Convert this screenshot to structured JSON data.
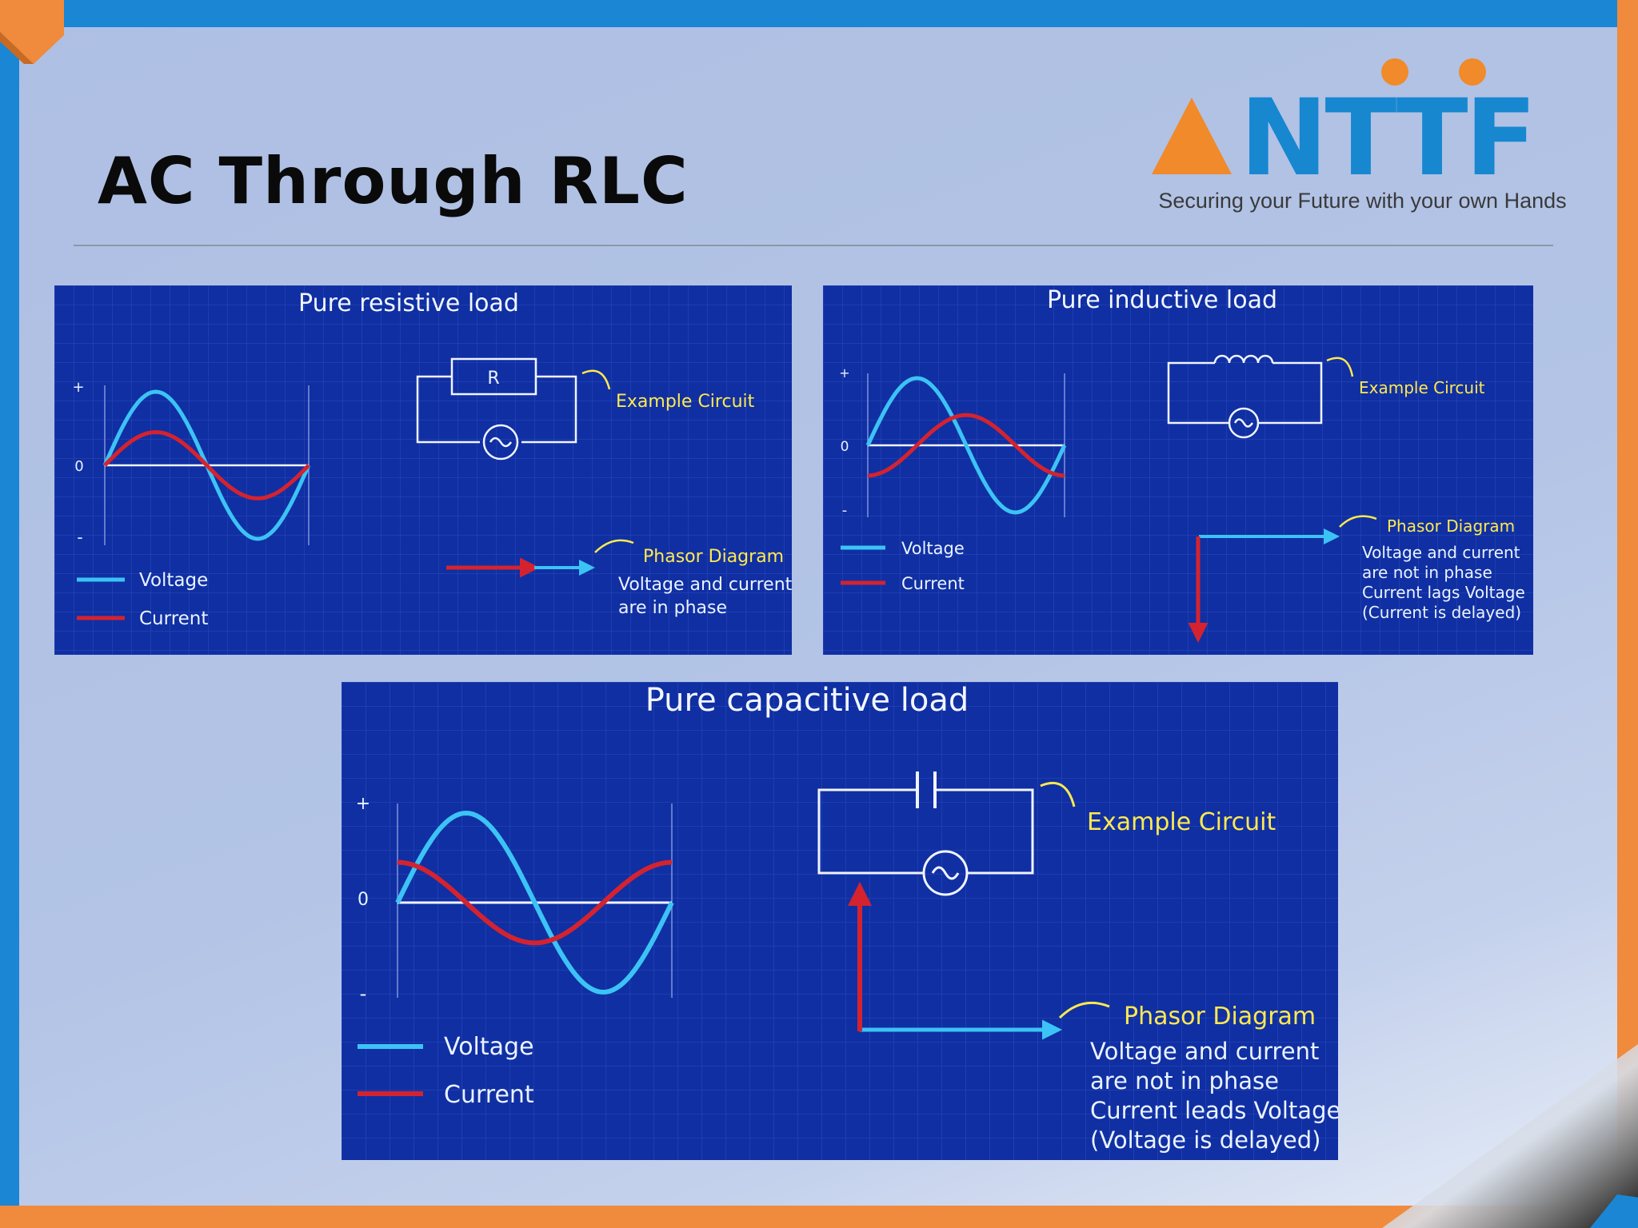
{
  "slide": {
    "title": "AC Through RLC",
    "logo": {
      "brand": "NTTF",
      "tagline": "Securing your Future with your own Hands"
    }
  },
  "colors": {
    "voltage": "#3cc3f5",
    "current": "#d4232f",
    "panel_bg": "#102fa3",
    "annotation": "#ffe94f",
    "logo_orange": "#f08a2a",
    "logo_blue": "#1787d0"
  },
  "panels": [
    {
      "id": "resistive",
      "title": "Pure resistive load",
      "axis": {
        "plus": "+",
        "zero": "0",
        "minus": "-"
      },
      "legend": {
        "voltage": "Voltage",
        "current": "Current"
      },
      "circuit_label": "Example Circuit",
      "resistor_label": "R",
      "phasor_title": "Phasor Diagram",
      "phasor_text": [
        "Voltage and current",
        "are in phase"
      ],
      "waves": {
        "voltage_amplitude": 1.0,
        "current_amplitude": 0.45,
        "current_phase_shift_deg": 0
      }
    },
    {
      "id": "inductive",
      "title": "Pure inductive load",
      "axis": {
        "plus": "+",
        "zero": "0",
        "minus": "-"
      },
      "legend": {
        "voltage": "Voltage",
        "current": "Current"
      },
      "circuit_label": "Example Circuit",
      "phasor_title": "Phasor Diagram",
      "phasor_text": [
        "Voltage and current",
        "are not in phase",
        "Current lags Voltage",
        "(Current is delayed)"
      ],
      "waves": {
        "voltage_amplitude": 1.0,
        "current_amplitude": 0.45,
        "current_phase_shift_deg": -90
      }
    },
    {
      "id": "capacitive",
      "title": "Pure capacitive load",
      "axis": {
        "plus": "+",
        "zero": "0",
        "minus": "-"
      },
      "legend": {
        "voltage": "Voltage",
        "current": "Current"
      },
      "circuit_label": "Example Circuit",
      "phasor_title": "Phasor Diagram",
      "phasor_text": [
        "Voltage and current",
        "are not in phase",
        "Current leads Voltage",
        "(Voltage is delayed)"
      ],
      "waves": {
        "voltage_amplitude": 1.0,
        "current_amplitude": 0.45,
        "current_phase_shift_deg": 90
      }
    }
  ]
}
